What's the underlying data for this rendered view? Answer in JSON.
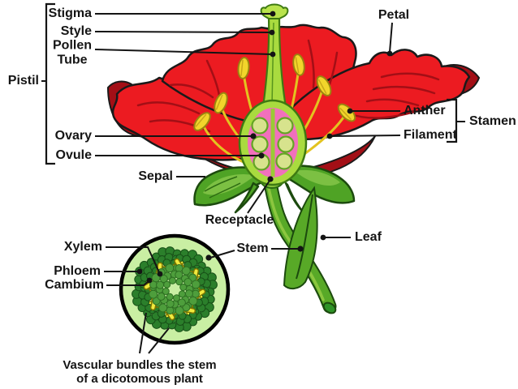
{
  "diagram": {
    "labels": {
      "stigma": "Stigma",
      "style": "Style",
      "pollen_tube": {
        "line1": "Pollen",
        "line2": "Tube"
      },
      "pistil": "Pistil",
      "ovary": "Ovary",
      "ovule": "Ovule",
      "sepal": "Sepal",
      "petal": "Petal",
      "anther": "Anther",
      "filament": "Filament",
      "stamen": "Stamen",
      "receptacle": "Receptacle",
      "stem": "Stem",
      "leaf": "Leaf",
      "xylem": "Xylem",
      "phloem": "Phloem",
      "cambium": "Cambium"
    },
    "caption": {
      "line1": "Vascular bundles the stem",
      "line2": "of a dicotomous plant"
    },
    "colors": {
      "petal_red": "#EC1B21",
      "petal_dark_red": "#A30F16",
      "pistil_green": "#A9DB3F",
      "ovary_pink": "#F170BC",
      "ovule_fill": "#D7E38D",
      "anther_yellow": "#F2D52B",
      "filament_yellow": "#E3C31F",
      "sepal_green": "#4FA325",
      "stem_green": "#58A927",
      "cross_section_bg": "#C9EFA3",
      "phloem_green": "#2B7F2B",
      "xylem_green": "#4E9E3C",
      "cambium_yellow": "#F0EA3E",
      "line_black": "#141414"
    }
  }
}
